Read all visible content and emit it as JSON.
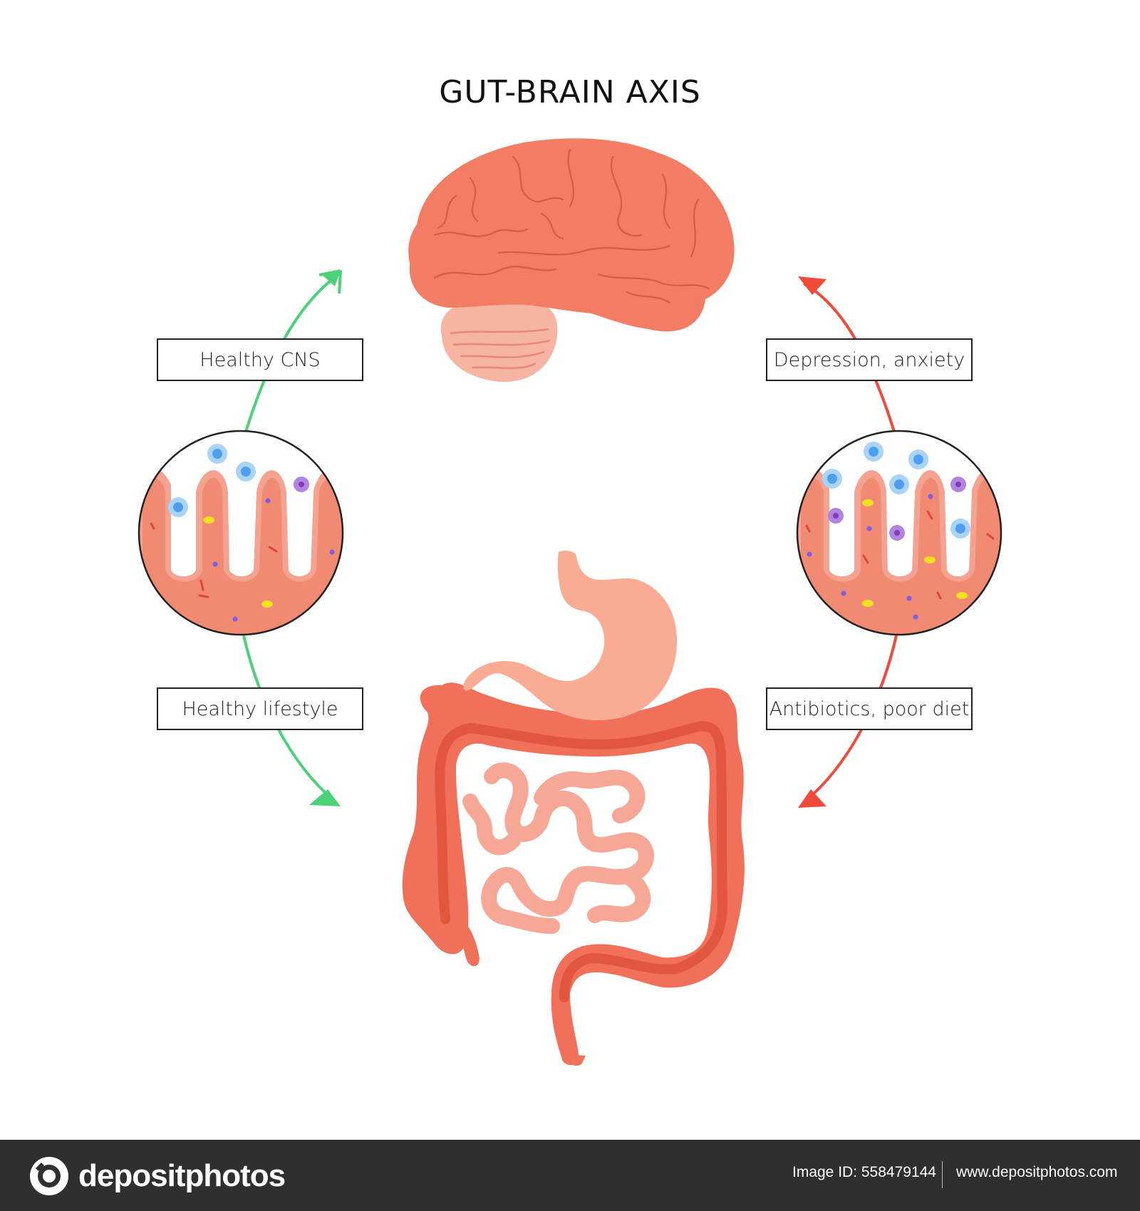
{
  "title": "GUT-BRAIN AXIS",
  "labels": {
    "healthy_cns": "Healthy CNS",
    "healthy_lifestyle": "Healthy lifestyle",
    "depression": "Depression, anxiety",
    "antibiotics": "Antibiotics, poor diet"
  },
  "footer": {
    "brand": "depositphotos",
    "image_id": "Image ID: 558479144",
    "website": "www.depositphotos.com"
  },
  "colors": {
    "brain": "#f27c64",
    "cerebellum": "#f8b4a2",
    "healthy_arrow": "#4cd078",
    "unhealthy_arrow": "#ef4a3c",
    "colon": "#f0705a",
    "stomach": "#f9ab94",
    "small_intestine": "#f7a795",
    "microbe_blue": "#4f9fee",
    "microbe_purple": "#a066d0",
    "microbe_yellow": "#f5e020"
  }
}
